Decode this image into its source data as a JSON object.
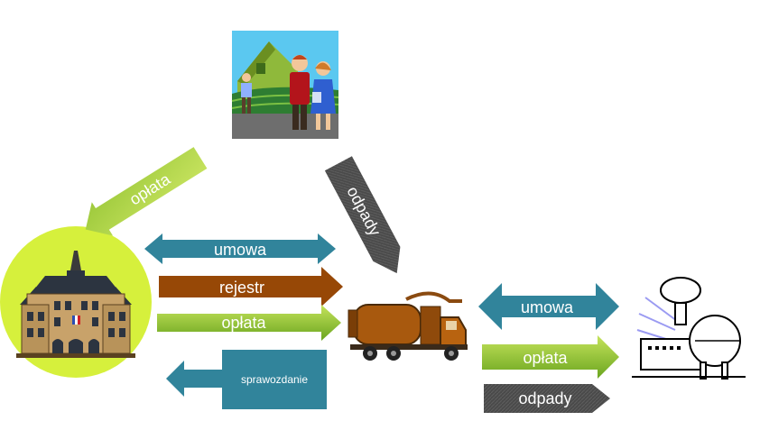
{
  "labels": {
    "household_to_cityhall": "opłata",
    "household_to_truck": "odpady",
    "cityhall_truck_contract": "umowa",
    "register": "rejestr",
    "cityhall_to_truck_fee": "opłata",
    "report": "sprawozdanie",
    "truck_plant_contract": "umowa",
    "truck_to_plant_fee": "opłata",
    "truck_to_plant_waste": "odpady"
  },
  "colors": {
    "green_light": "#b6d94a",
    "green_dark": "#6aa51f",
    "teal": "#31849b",
    "brown": "#974806",
    "dark_gray": "#404040",
    "city_hall_circle": "#d6f03c"
  },
  "icons": {
    "household": "family-house-icon",
    "city_hall": "city-hall-icon",
    "truck": "garbage-truck-icon",
    "plant": "treatment-plant-icon"
  }
}
